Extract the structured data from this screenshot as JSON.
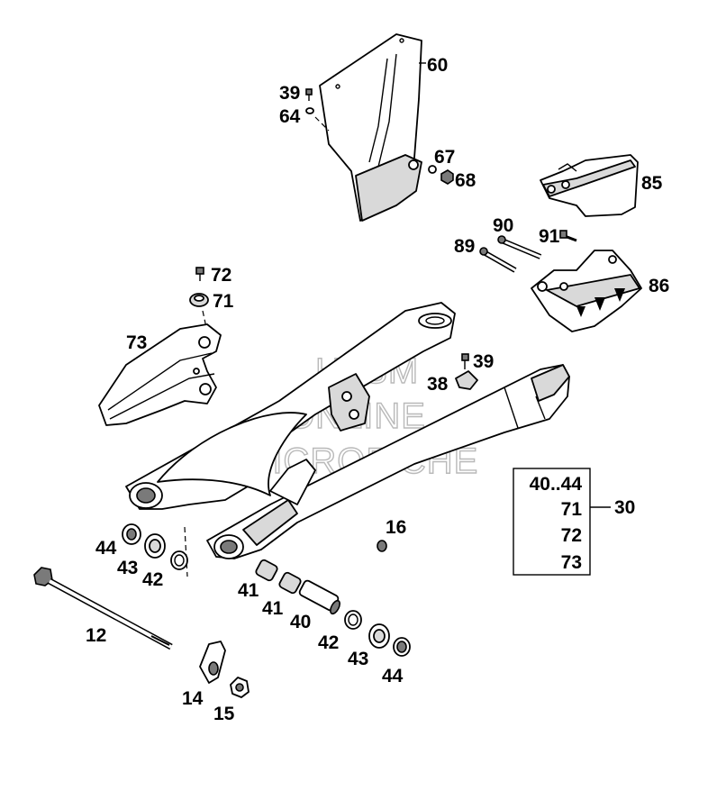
{
  "watermark": {
    "line1": "HLSM",
    "line2": "ONLINE",
    "line3": "MICROFICHE"
  },
  "callouts": {
    "p60": "60",
    "p39a": "39",
    "p64": "64",
    "p67": "67",
    "p68": "68",
    "p85": "85",
    "p90": "90",
    "p91": "91",
    "p89": "89",
    "p86": "86",
    "p72": "72",
    "p71": "71",
    "p73": "73",
    "p39b": "39",
    "p38": "38",
    "p16": "16",
    "p44a": "44",
    "p43a": "43",
    "p42a": "42",
    "p12": "12",
    "p41a": "41",
    "p41b": "41",
    "p40": "40",
    "p42b": "42",
    "p43b": "43",
    "p44b": "44",
    "p14": "14",
    "p15": "15",
    "p30": "30"
  },
  "kit_box": {
    "items": [
      "40..44",
      "71",
      "72",
      "73"
    ],
    "kit_number_ref": "p30"
  }
}
